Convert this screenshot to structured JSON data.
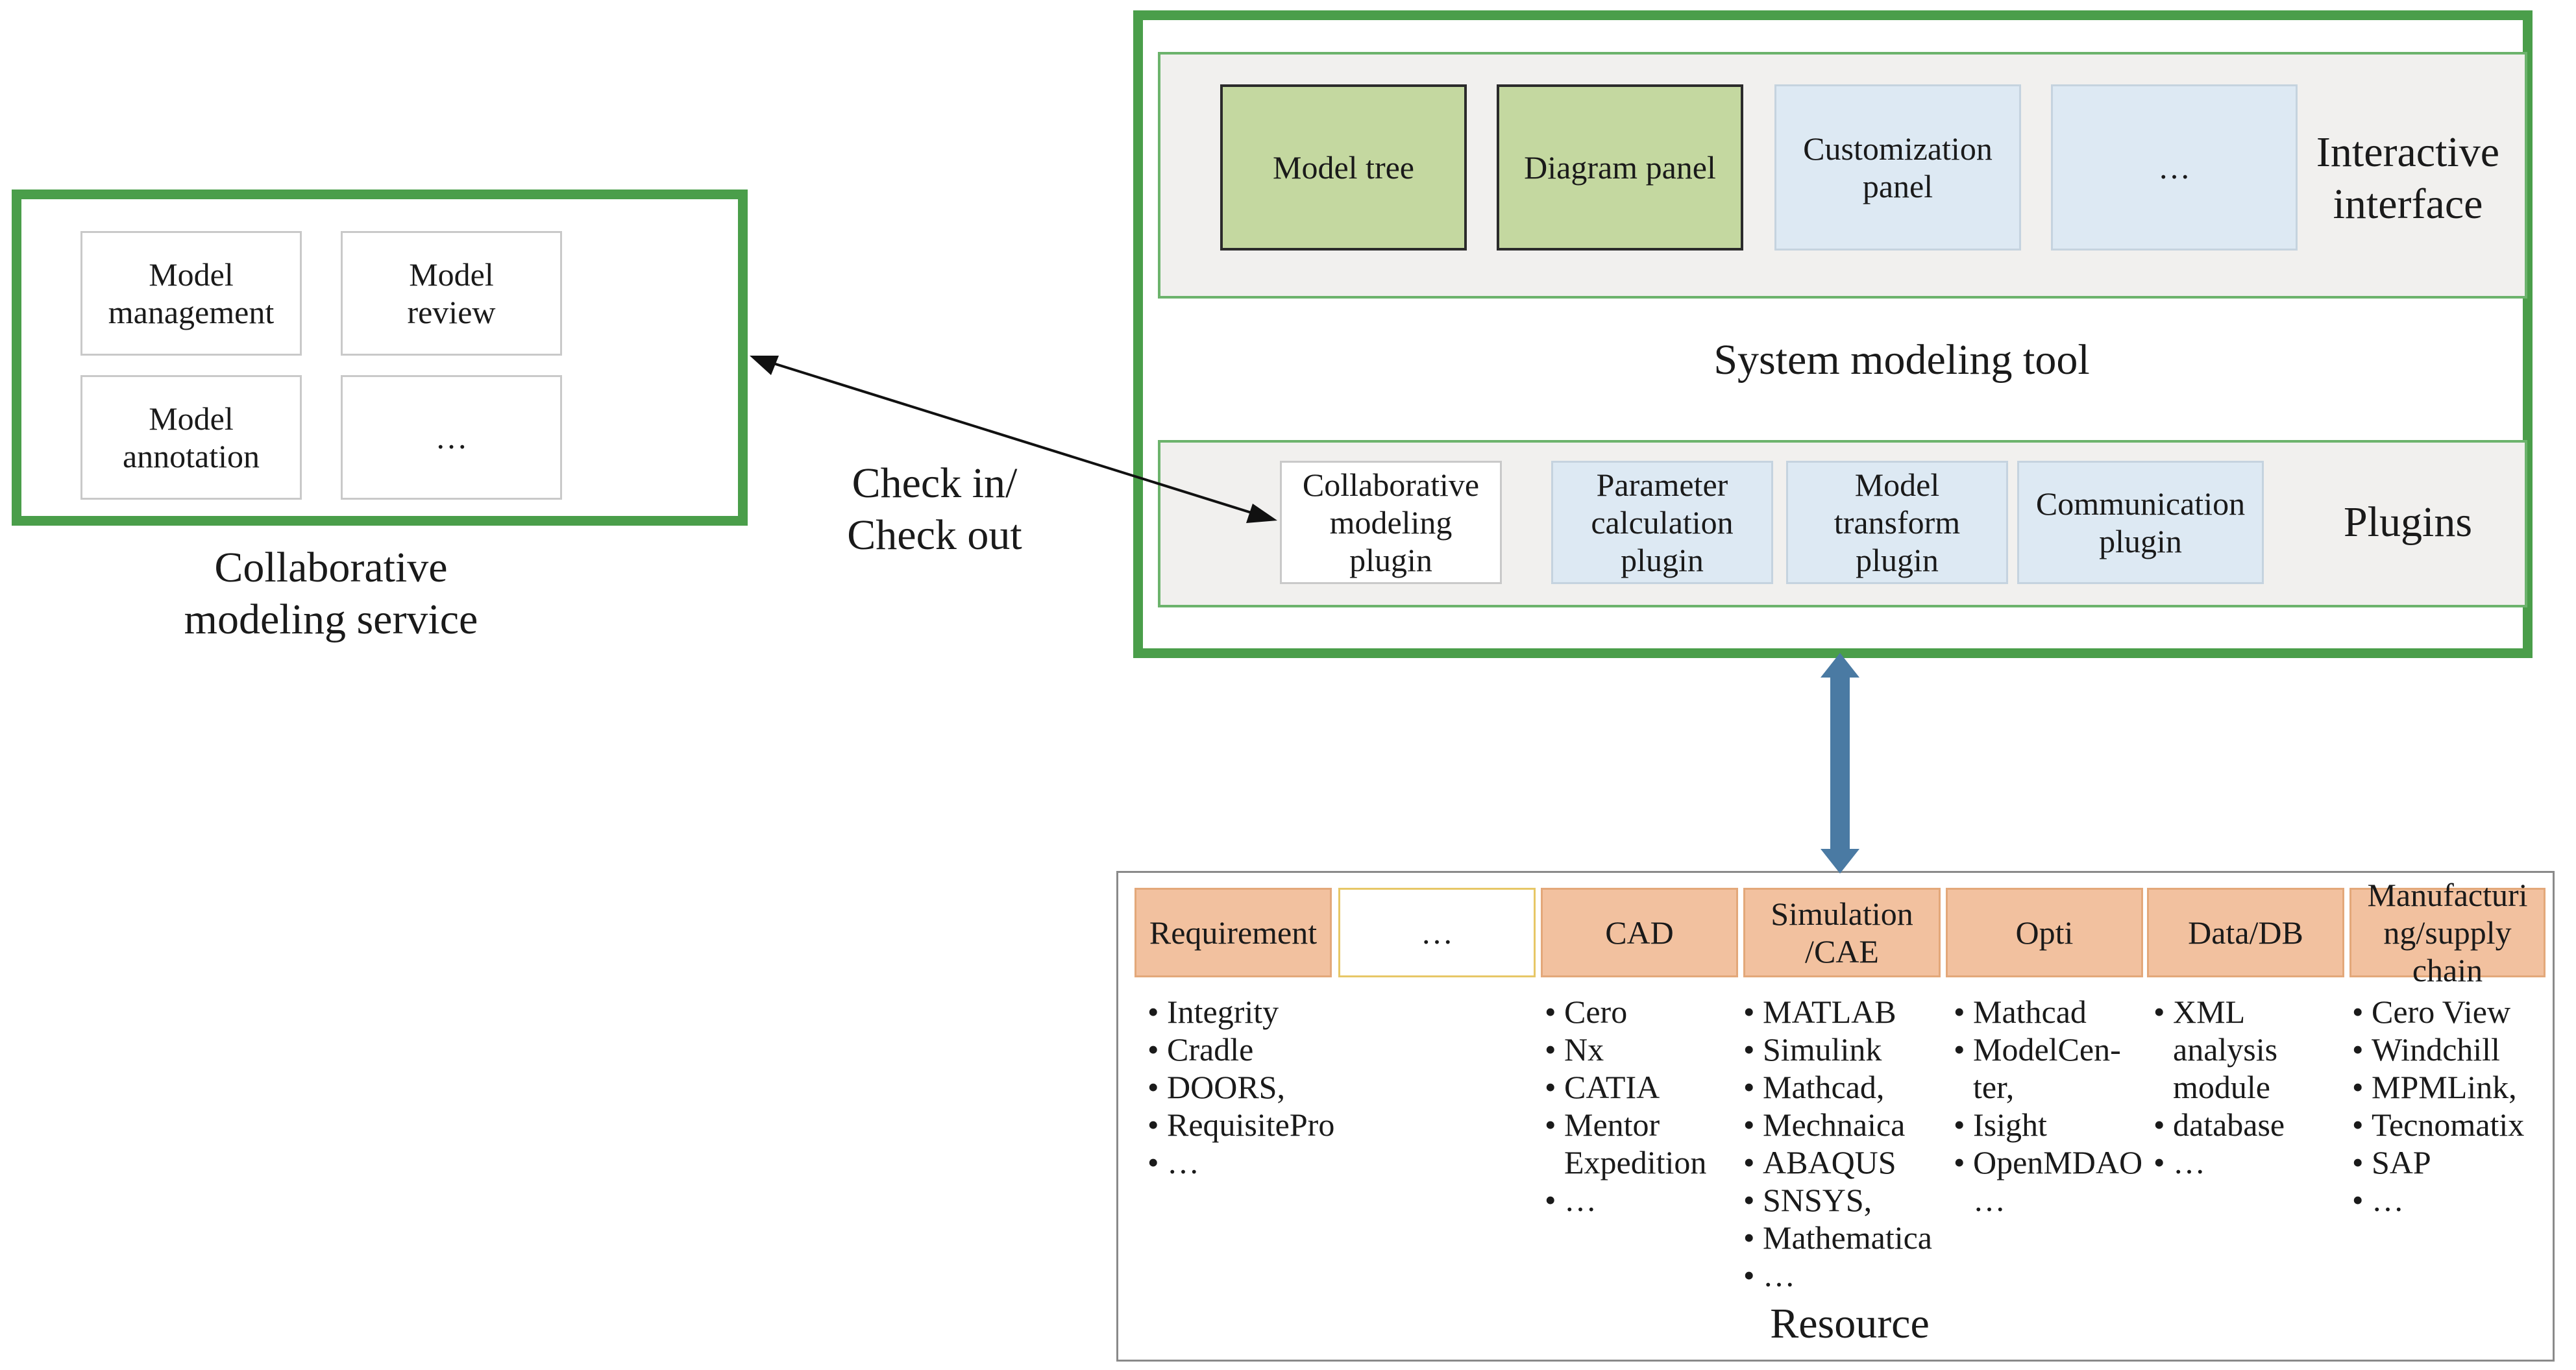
{
  "colors": {
    "frame_green": "#4a9e4a",
    "panel_green": "#6cb36c",
    "model_box_green": "#c4d8a0",
    "plugin_blue": "#dde9f3",
    "resource_orange": "#f2c19f",
    "arrow_blue": "#4a7aa3"
  },
  "service": {
    "title_line1": "Collaborative",
    "title_line2": "modeling service",
    "boxes": [
      {
        "line1": "Model",
        "line2": "management"
      },
      {
        "line1": "Model",
        "line2": "review"
      },
      {
        "line1": "Model",
        "line2": "annotation"
      },
      {
        "line1": "…",
        "line2": ""
      }
    ]
  },
  "connector": {
    "line1": "Check in/",
    "line2": "Check out"
  },
  "tool": {
    "title": "System modeling tool",
    "interface": {
      "label_line1": "Interactive",
      "label_line2": "interface",
      "boxes": [
        {
          "line1": "Model tree",
          "line2": ""
        },
        {
          "line1": "Diagram panel",
          "line2": ""
        },
        {
          "line1": "Customization",
          "line2": "panel"
        },
        {
          "line1": "…",
          "line2": ""
        }
      ]
    },
    "plugins": {
      "label": "Plugins",
      "boxes": [
        {
          "line1": "Collaborative",
          "line2": "modeling",
          "line3": "plugin"
        },
        {
          "line1": "Parameter",
          "line2": "calculation",
          "line3": "plugin"
        },
        {
          "line1": "Model",
          "line2": "transform",
          "line3": "plugin"
        },
        {
          "line1": "Communication",
          "line2": "plugin",
          "line3": ""
        }
      ]
    }
  },
  "resource": {
    "title": "Resource",
    "columns": [
      {
        "header": "Requirement",
        "items": [
          "Integrity",
          "Cradle",
          "DOORS,",
          "RequisitePro",
          "…"
        ]
      },
      {
        "header": "…",
        "items": []
      },
      {
        "header": "CAD",
        "items": [
          "Cero",
          "Nx",
          "CATIA",
          "Mentor",
          "Expedition",
          "…"
        ]
      },
      {
        "header_line1": "Simulation",
        "header_line2": "/CAE",
        "items": [
          "MATLAB",
          "Simulink",
          "Mathcad,",
          "Mechnaica",
          "ABAQUS",
          "SNSYS,",
          "Mathematica",
          "…"
        ]
      },
      {
        "header": "Opti",
        "items": [
          "Mathcad",
          "ModelCen-",
          "ter,",
          "Isight",
          "OpenMDAO",
          "…"
        ]
      },
      {
        "header": "Data/DB",
        "items": [
          "XML",
          "analysis",
          "module",
          "database",
          "…"
        ]
      },
      {
        "header_line1": "Manufacturi",
        "header_line2": "ng/supply",
        "header_line3": "chain",
        "items": [
          "Cero View",
          "Windchill",
          "MPMLink,",
          "Tecnomatix",
          "SAP",
          "…"
        ]
      }
    ]
  }
}
